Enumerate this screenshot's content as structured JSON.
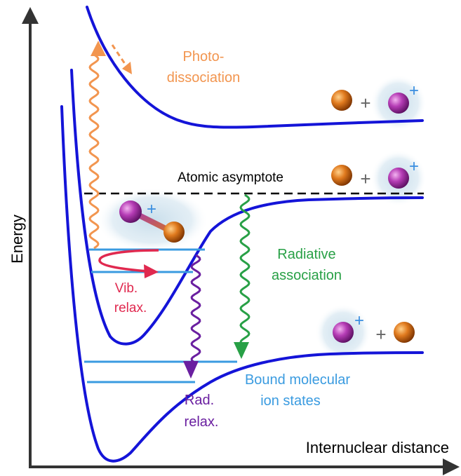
{
  "axes": {
    "y_label": "Energy",
    "x_label": "Internuclear distance"
  },
  "labels": {
    "photo_line1": "Photo-",
    "photo_line2": "dissociation",
    "atomic_asymptote": "Atomic asymptote",
    "radiative_line1": "Radiative",
    "radiative_line2": "association",
    "vib_line1": "Vib.",
    "vib_line2": "relax.",
    "rad_line1": "Rad.",
    "rad_line2": "relax.",
    "bound_line1": "Bound molecular",
    "bound_line2": "ion states"
  },
  "symbols": {
    "plus": "+",
    "ion_charge": "+"
  },
  "colors": {
    "curve": "#1414d8",
    "level": "#3a9be0",
    "photo": "#f2954f",
    "radiative": "#28a046",
    "vib": "#e0294f",
    "rad": "#6a1fa0",
    "dashed": "#000000",
    "atom_orange": "#d9701a",
    "atom_purple": "#b43cb4",
    "halo": "#cfe2ee"
  }
}
